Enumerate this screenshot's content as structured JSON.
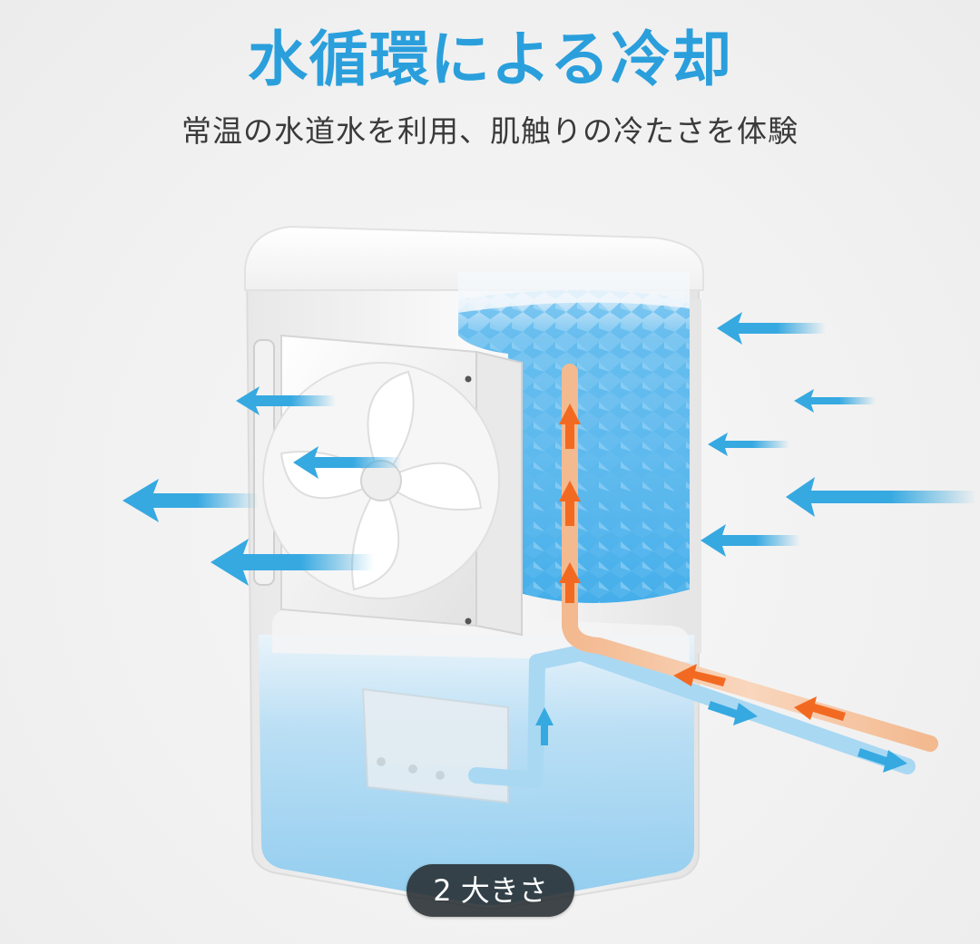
{
  "header": {
    "title": "水循環による冷却",
    "subtitle": "常温の水道水を利用、肌触りの冷たさを体験"
  },
  "colors": {
    "title": "#2a9fdc",
    "subtitle": "#3a3a3a",
    "airflow_arrow": "#36a9e1",
    "hot_water": "#f26a21",
    "hot_pipe": "#f6c19c",
    "cold_pipe": "#a9d8f3",
    "filter": "#4fb3ec",
    "water_tank": "#9fd2f0",
    "badge_bg": "#262c30",
    "badge_text": "#ffffff"
  },
  "diagram": {
    "subject": "mini air cooler cutaway",
    "components": [
      "fan",
      "cooling-filter-pad",
      "water-tank",
      "pump",
      "hot-water-pipe",
      "cold-water-pipe",
      "housing"
    ],
    "airflow_in_arrows": 5,
    "airflow_out_arrows": 4,
    "hot_water_arrows": 5,
    "cold_water_arrows": 3
  },
  "overlay": {
    "badge_label": "2 大きさ"
  }
}
